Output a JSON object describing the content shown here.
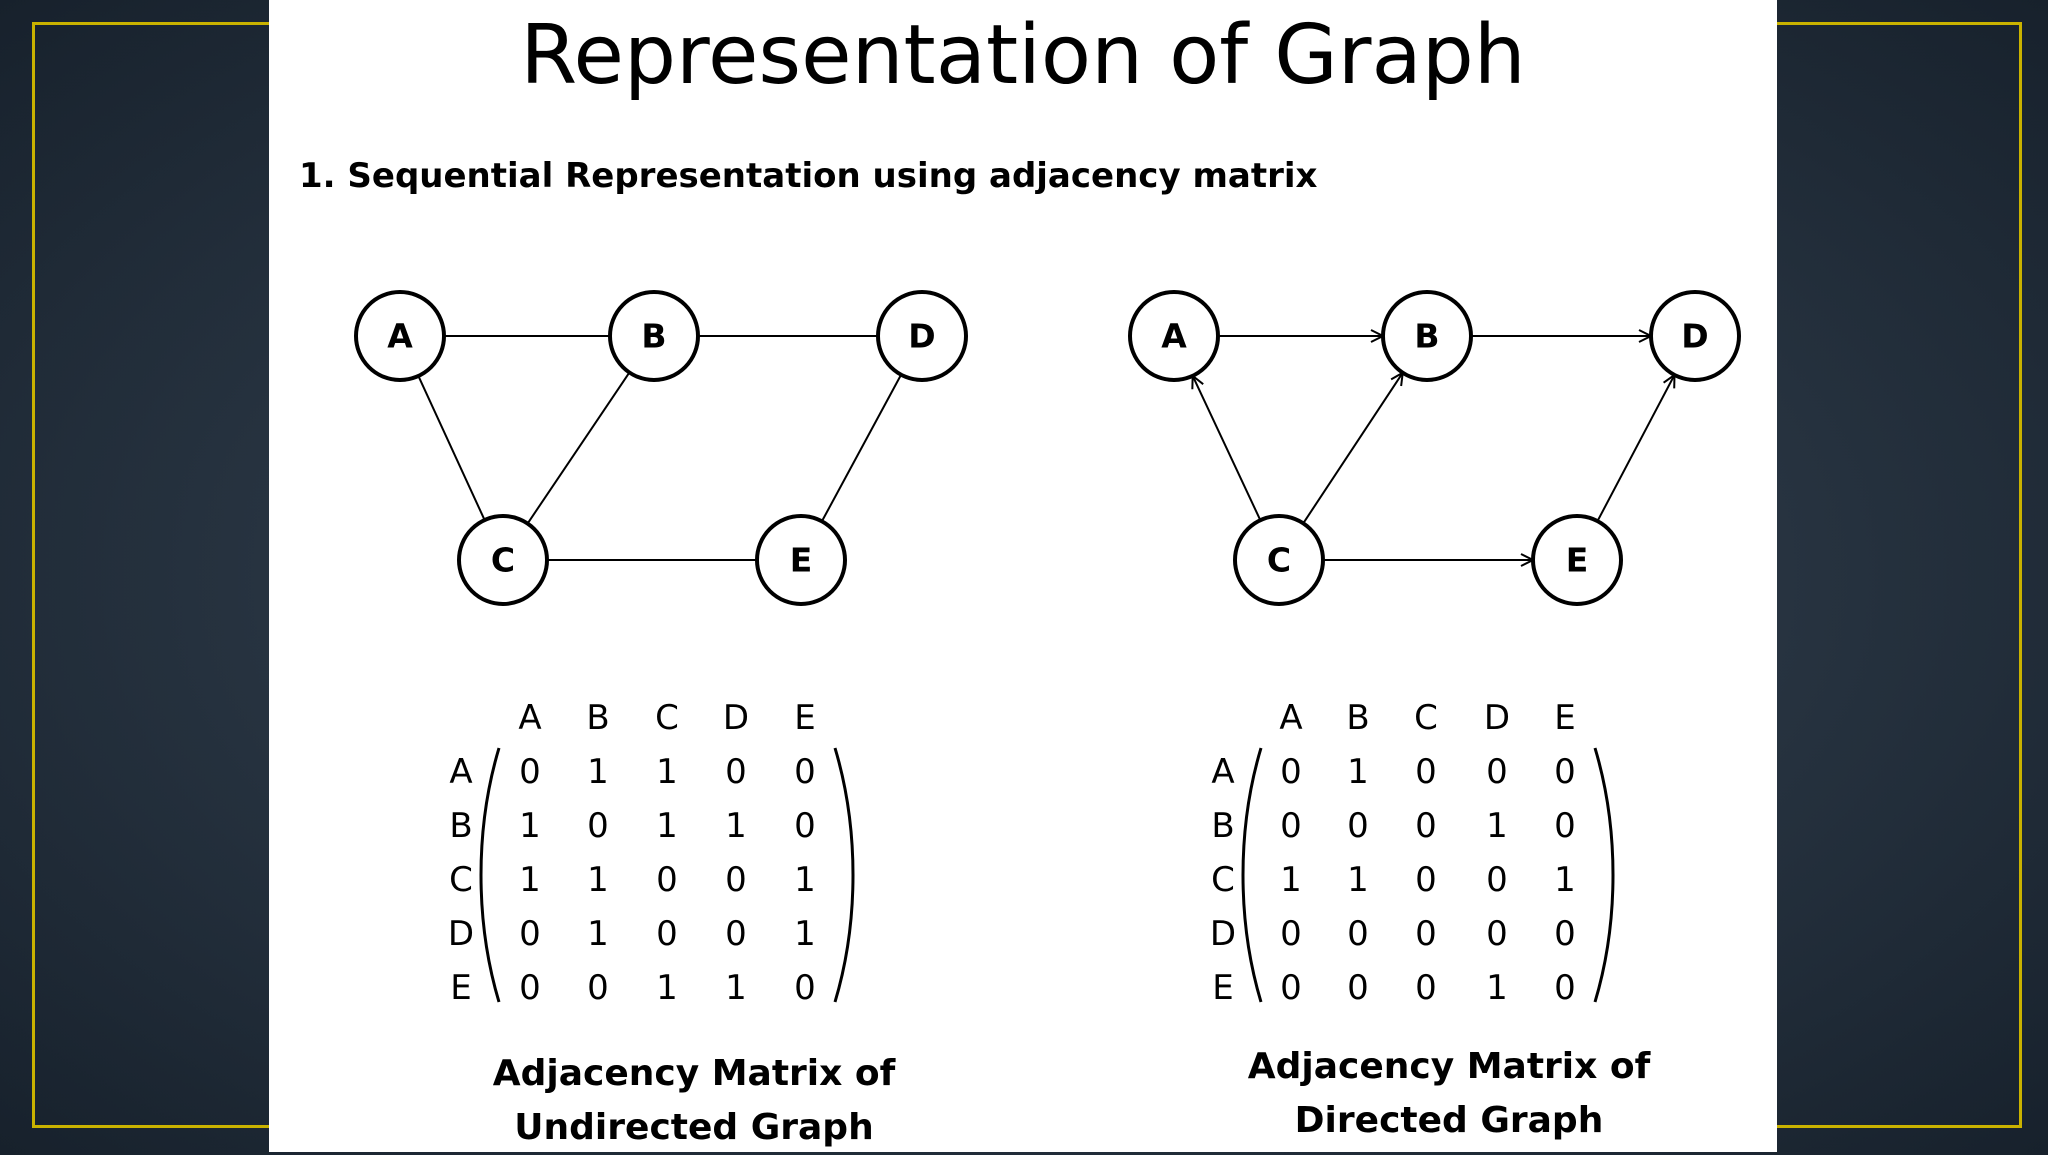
{
  "title": "Representation of Graph",
  "subtitle": "1. Sequential Representation using adjacency matrix",
  "node_labels": [
    "A",
    "B",
    "C",
    "D",
    "E"
  ],
  "undirected": {
    "edges": [
      [
        "A",
        "B"
      ],
      [
        "B",
        "D"
      ],
      [
        "A",
        "C"
      ],
      [
        "B",
        "C"
      ],
      [
        "C",
        "E"
      ],
      [
        "D",
        "E"
      ]
    ],
    "matrix": [
      [
        0,
        1,
        1,
        0,
        0
      ],
      [
        1,
        0,
        1,
        1,
        0
      ],
      [
        1,
        1,
        0,
        0,
        1
      ],
      [
        0,
        1,
        0,
        0,
        1
      ],
      [
        0,
        0,
        1,
        1,
        0
      ]
    ],
    "caption_line1": "Adjacency Matrix of",
    "caption_line2": "Undirected Graph"
  },
  "directed": {
    "edges": [
      [
        "A",
        "B"
      ],
      [
        "B",
        "D"
      ],
      [
        "C",
        "A"
      ],
      [
        "C",
        "B"
      ],
      [
        "C",
        "E"
      ],
      [
        "E",
        "D"
      ]
    ],
    "matrix": [
      [
        0,
        1,
        0,
        0,
        0
      ],
      [
        0,
        0,
        0,
        1,
        0
      ],
      [
        1,
        1,
        0,
        0,
        1
      ],
      [
        0,
        0,
        0,
        0,
        0
      ],
      [
        0,
        0,
        0,
        1,
        0
      ]
    ],
    "caption_line1": "Adjacency Matrix of",
    "caption_line2": "Directed Graph"
  },
  "colors": {
    "frame": "#c9b200",
    "slide": "#ffffff",
    "background": "#26323f"
  }
}
